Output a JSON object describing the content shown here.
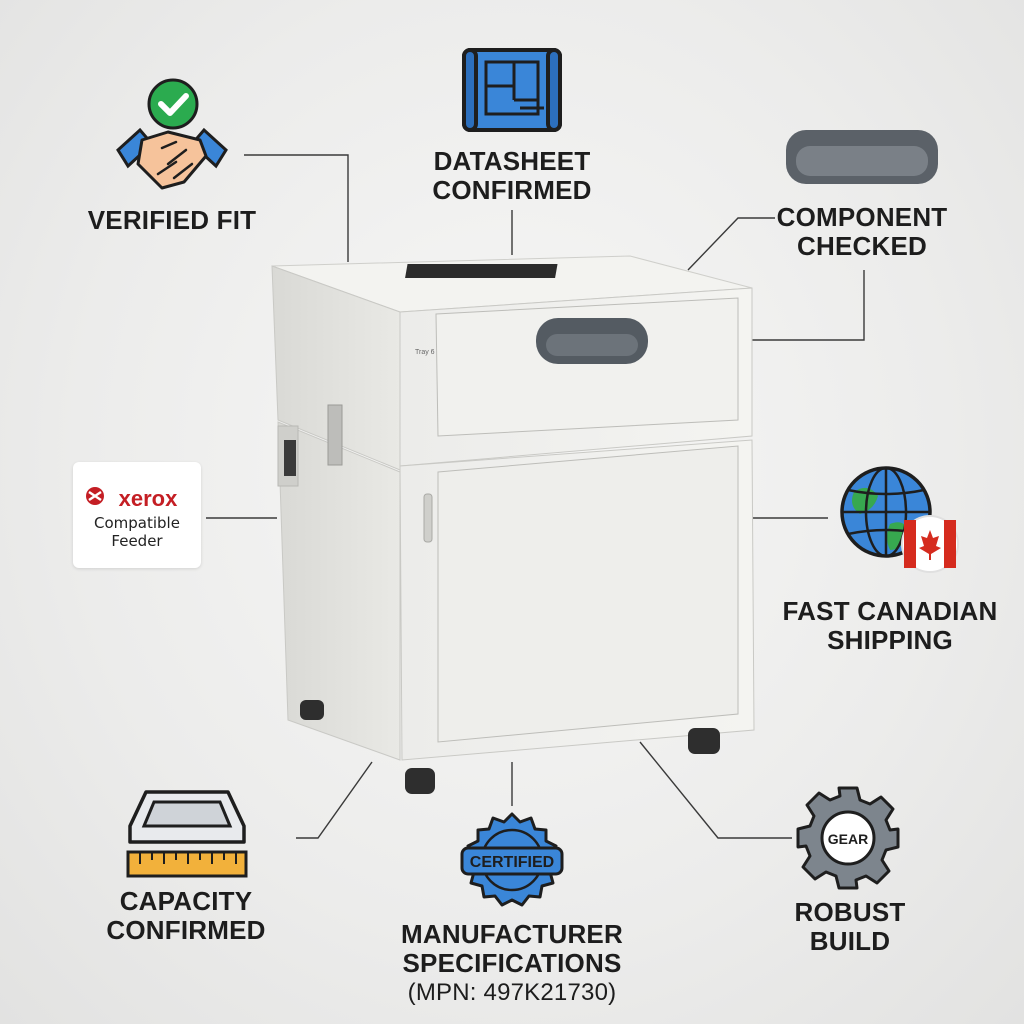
{
  "features": {
    "verified_fit": "VERIFIED FIT",
    "datasheet": [
      "DATASHEET",
      "CONFIRMED"
    ],
    "component": [
      "COMPONENT",
      "CHECKED"
    ],
    "shipping": [
      "FAST CANADIAN",
      "SHIPPING"
    ],
    "capacity": [
      "CAPACITY",
      "CONFIRMED"
    ],
    "specs": [
      "MANUFACTURER",
      "SPECIFICATIONS",
      "(MPN: 497K21730)"
    ],
    "robust": [
      "ROBUST",
      "BUILD"
    ]
  },
  "badge": {
    "brand": "xerox",
    "line1": "Compatible",
    "line2": "Feeder"
  },
  "product": {
    "tray_label": "Tray 6"
  },
  "icons": {
    "certified_text": "CERTIFIED",
    "gear_text": "GEAR",
    "verified_icon": "handshake-check-icon",
    "datasheet_icon": "blueprint-icon",
    "component_icon": "handle-icon",
    "shipping_icon": "globe-canada-flag-icon",
    "capacity_icon": "tray-ruler-icon",
    "specs_icon": "certified-seal-icon",
    "robust_icon": "gear-icon"
  },
  "colors": {
    "brand_red": "#c41e24",
    "icon_blue": "#3a86d8",
    "check_green": "#2bab4f",
    "text": "#1d1d1d"
  }
}
